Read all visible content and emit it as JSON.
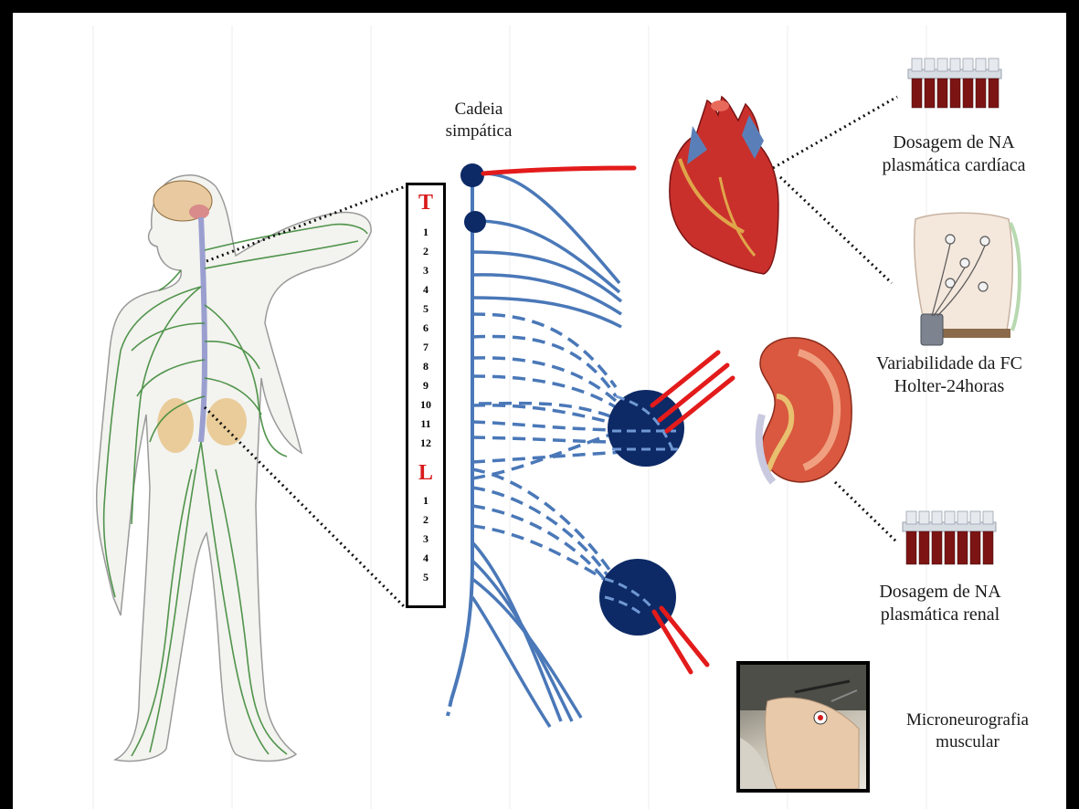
{
  "diagram": {
    "chain_label": "Cadeia\nsimpática",
    "vertebrae": {
      "thoracic_letter": "T",
      "thoracic_numbers": [
        "1",
        "2",
        "3",
        "4",
        "5",
        "6",
        "7",
        "8",
        "9",
        "10",
        "11",
        "12"
      ],
      "lumbar_letter": "L",
      "lumbar_numbers": [
        "1",
        "2",
        "3",
        "4",
        "5"
      ]
    },
    "labels": {
      "cardiac_na": "Dosagem de NA\nplasmática cardíaca",
      "hrv": "Variabilidade da FC\nHolter-24horas",
      "renal_na": "Dosagem de NA\nplasmática renal",
      "microneurography": "Microneurografia\nmuscular"
    },
    "colors": {
      "nerve": "#4a78b8",
      "efferent": "#e31b1b",
      "ganglion": "#0d2a66",
      "vertebra_letter": "#d81b1b"
    },
    "icons": [
      "human-nervous-system",
      "heart",
      "kidney",
      "blood-tubes",
      "holter-monitor",
      "microneurography-photo"
    ]
  }
}
